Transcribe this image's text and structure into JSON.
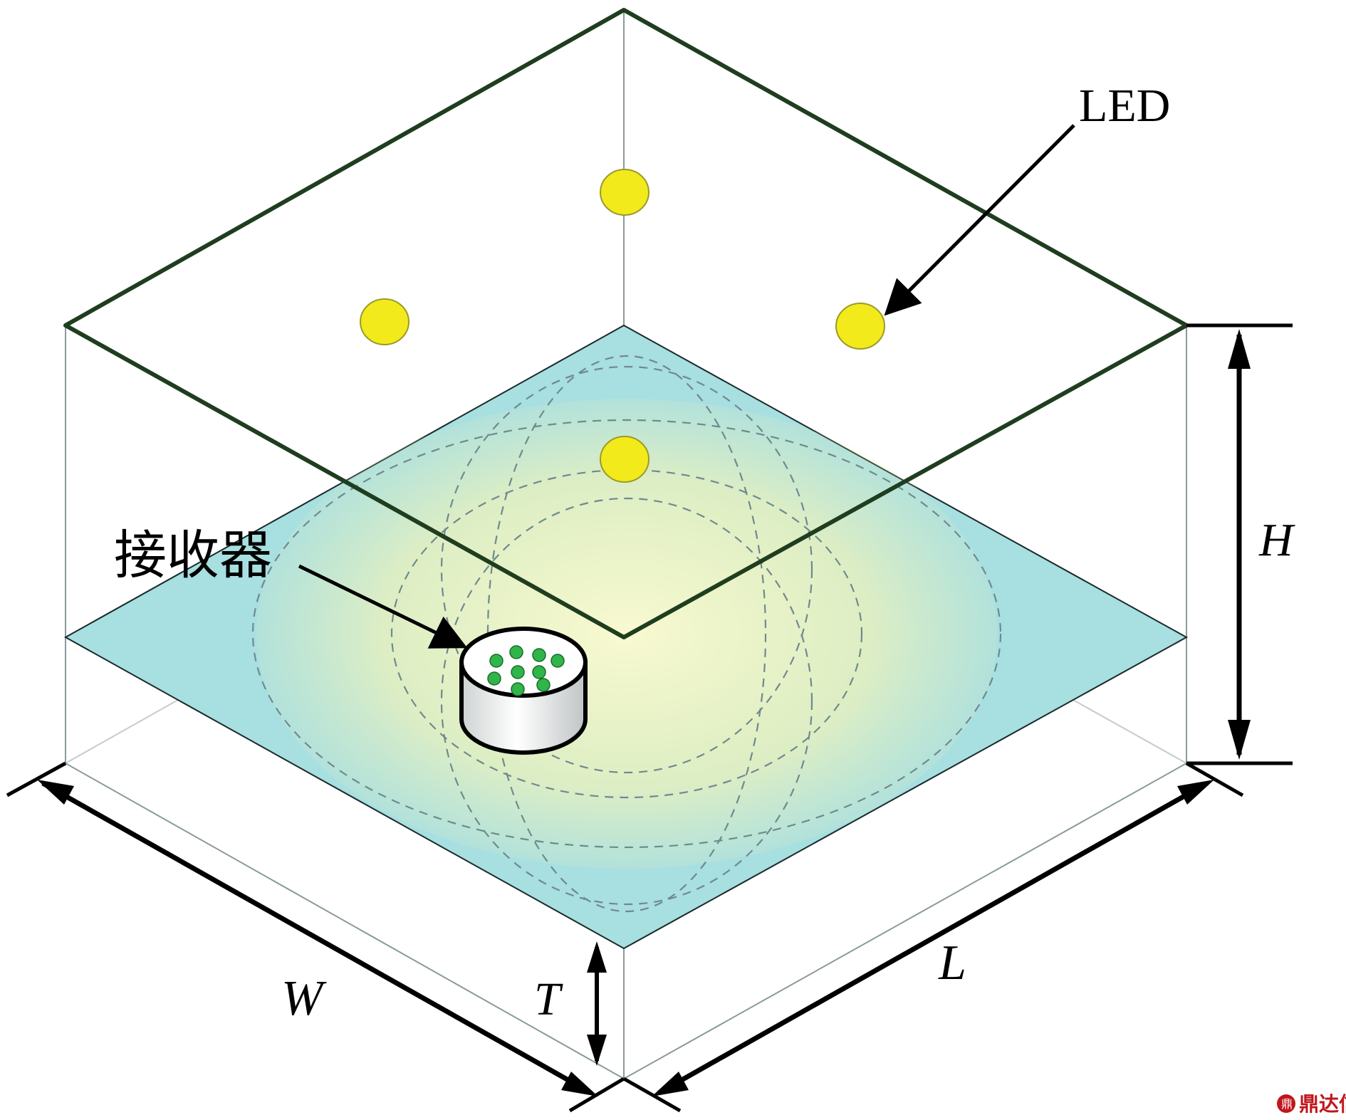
{
  "labels": {
    "led": "LED",
    "receiver": "接收器",
    "height": "H",
    "width": "W",
    "length": "L",
    "thickness": "T"
  },
  "watermark": {
    "text": "鼎达信"
  },
  "colors": {
    "ceiling_edge": "#1f3d1f",
    "receiver_plane": "#a8dfe0",
    "illumination": "#fbf7b0",
    "led": "#f2ea1b",
    "receiver_dot": "#2fb54a",
    "frame_line": "#7a8a8a"
  }
}
